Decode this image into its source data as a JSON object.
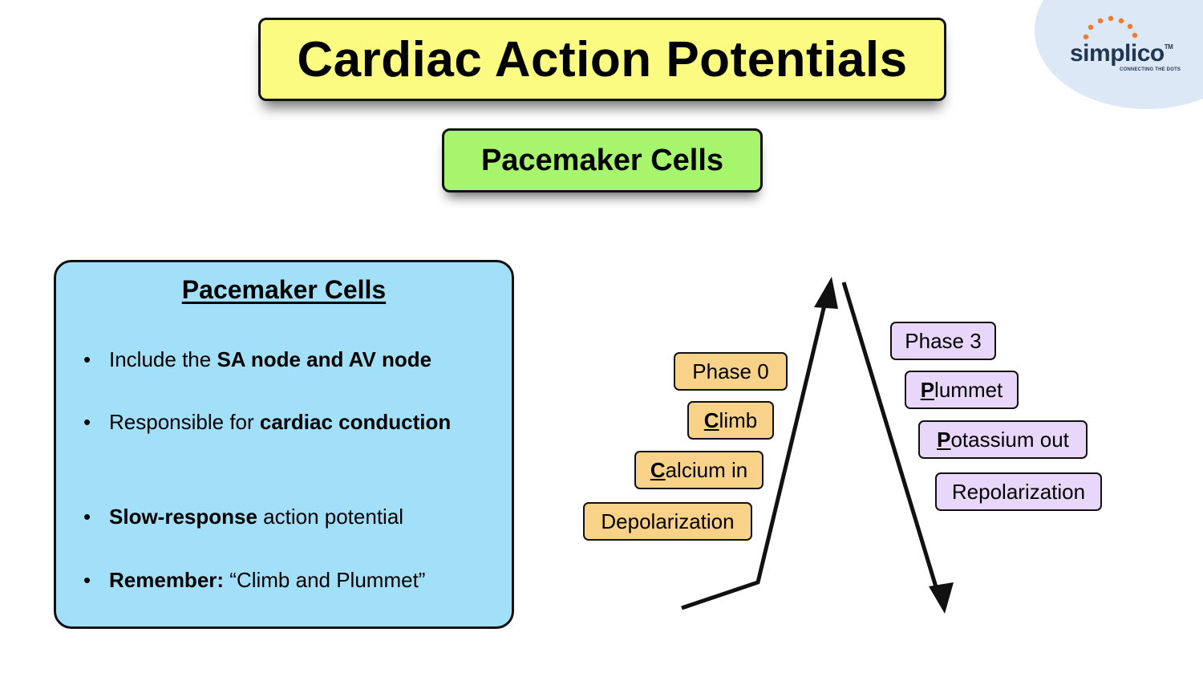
{
  "title": "Cardiac Action Potentials",
  "subtitle": "Pacemaker Cells",
  "logo": {
    "word": "simplico",
    "trademark": "TM",
    "tagline": "CONNECTING THE DOTS",
    "dot_color": "#f07a2e",
    "text_color": "#1f3654"
  },
  "info_box": {
    "heading": "Pacemaker Cells",
    "bullets": [
      {
        "plain_before": "Include the ",
        "bold": "SA node and AV node",
        "plain_after": ""
      },
      {
        "plain_before": "Responsible for ",
        "bold": "cardiac conduction",
        "plain_after": ""
      },
      {
        "plain_before": "",
        "bold": "Slow-response",
        "plain_after": " action potential"
      },
      {
        "plain_before": "",
        "bold": "Remember:",
        "plain_after": " “Climb and Plummet”"
      }
    ],
    "background": "#a2e0fa"
  },
  "phase0": {
    "label": "Phase 0",
    "items": [
      {
        "first": "C",
        "rest": "limb"
      },
      {
        "first": "C",
        "rest": "alcium in"
      }
    ],
    "summary": "Depolarization",
    "color": "#f9d289"
  },
  "phase3": {
    "label": "Phase 3",
    "items": [
      {
        "first": "P",
        "rest": "lummet"
      },
      {
        "first": "P",
        "rest": "otassium out"
      }
    ],
    "summary": "Repolarization",
    "color": "#e8d7fb"
  },
  "colors": {
    "title_bg": "#fbfb82",
    "subtitle_bg": "#a6f56c"
  }
}
